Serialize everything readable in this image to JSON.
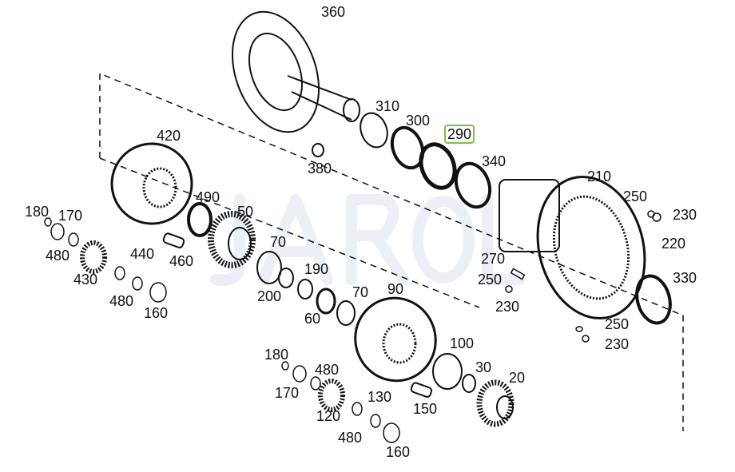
{
  "watermark": "JAROL",
  "highlight_color": "#7cc242",
  "highlighted_part": "290",
  "labels": [
    "360",
    "310",
    "300",
    "290",
    "340",
    "380",
    "420",
    "210",
    "250",
    "230",
    "220",
    "180",
    "170",
    "490",
    "50",
    "480",
    "440",
    "430",
    "460",
    "70",
    "190",
    "200",
    "60",
    "70",
    "90",
    "270",
    "250",
    "230",
    "330",
    "250",
    "230",
    "480",
    "160",
    "180",
    "480",
    "170",
    "100",
    "30",
    "20",
    "130",
    "120",
    "150",
    "480",
    "160"
  ]
}
